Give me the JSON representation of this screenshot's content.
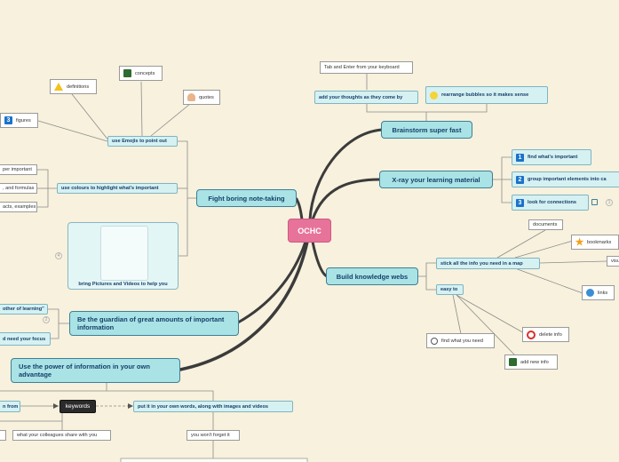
{
  "center": "OCHC",
  "topics": {
    "brainstorm": {
      "label": "Brainstorm super fast",
      "add_thoughts": "add your thoughts as they come by",
      "tab_enter": "Tab and Enter from your keyboard",
      "rearrange": "rearrange bubbles so it makes sense"
    },
    "xray": {
      "label": "X-ray your learning material",
      "find_important": "find what's important",
      "group_important": "group important elements into ca",
      "look_connections": "look for connections",
      "n1": "1",
      "n2": "2",
      "n3": "3",
      "collapsed": "1"
    },
    "knowledge": {
      "label": "Build knowledge webs",
      "stick": "stick all the info you need in a map",
      "documents": "documents",
      "bookmarks": "bookmarks",
      "visual": "visu",
      "links": "links",
      "easy": "easy to",
      "find": "find what you need",
      "delete": "delete info",
      "add": "add new info"
    },
    "fight": {
      "label": "Fight boring note-taking",
      "emojis": "use Emojis to point out",
      "definitions": "definitions",
      "concepts": "concepts",
      "quotes": "quotes",
      "figures": "figures",
      "figures_num": "3",
      "colours": "use colours to highlight what's important",
      "c1": "per important",
      "c2": ", and formulas",
      "c3": "acts, examples",
      "pictures": "bring Pictures and Videos to help you",
      "collapsed": "4"
    },
    "guardian": {
      "label": "Be the guardian of great amounts of important information",
      "mother": "other of learning\"",
      "focus": "d need your focus",
      "collapsed": "2"
    },
    "power": {
      "label": "Use the power of information in your own advantage",
      "learn_from": "n from",
      "keywords": "keywords",
      "own_words": "put it in your own words, along with images and videos",
      "colleagues": "what your colleagues share with you",
      "wont_forget": "you won't forget it"
    }
  }
}
